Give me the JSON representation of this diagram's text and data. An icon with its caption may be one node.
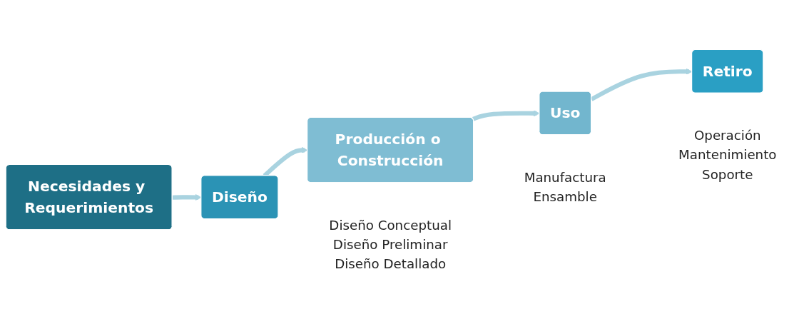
{
  "diagram": {
    "nodes": [
      {
        "text": [
          "Necesidades y Requerimientos"
        ]
      },
      {
        "text": [
          "Diseño"
        ],
        "beside": [
          "Diseño Conceptual",
          "Diseño Preliminar",
          "Diseño Detallado"
        ]
      },
      {
        "text": [
          "Producción o Construcción"
        ],
        "beside": [
          "Manufactura",
          "Ensamble"
        ]
      },
      {
        "text": [
          "Uso"
        ],
        "beside": [
          "Operación",
          "Mantenimiento",
          "Soporte"
        ]
      },
      {
        "text": [
          "Retiro"
        ]
      }
    ],
    "edges": [
      {
        "from": 0,
        "to": 1,
        "arrow": "to"
      },
      {
        "from": 1,
        "to": 2,
        "arrow": "to"
      },
      {
        "from": 2,
        "to": 3,
        "arrow": "to"
      },
      {
        "from": 3,
        "to": 4,
        "arrow": "to"
      }
    ]
  }
}
